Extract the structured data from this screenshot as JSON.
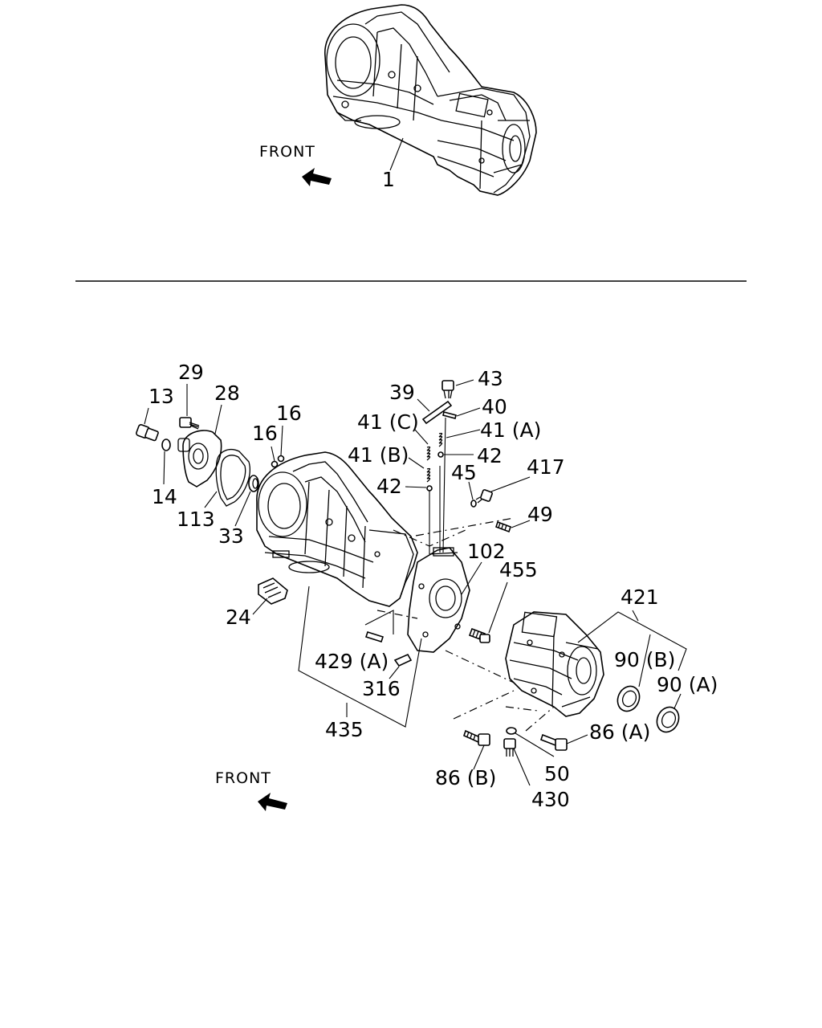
{
  "labels": {
    "l1": "1",
    "l13": "13",
    "l14": "14",
    "l16a": "16",
    "l16b": "16",
    "l24": "24",
    "l28": "28",
    "l29": "29",
    "l33": "33",
    "l39": "39",
    "l40": "40",
    "l41a": "41 (A)",
    "l41b": "41 (B)",
    "l41c": "41 (C)",
    "l42a": "42",
    "l42b": "42",
    "l43": "43",
    "l45": "45",
    "l49": "49",
    "l50": "50",
    "l86a": "86 (A)",
    "l86b": "86 (B)",
    "l90a": "90 (A)",
    "l90b": "90 (B)",
    "l102": "102",
    "l113": "113",
    "l316": "316",
    "l417": "417",
    "l421": "421",
    "l429a": "429 (A)",
    "l430": "430",
    "l435": "435",
    "l455": "455"
  },
  "front_top": "FRONT",
  "front_bottom": "FRONT"
}
